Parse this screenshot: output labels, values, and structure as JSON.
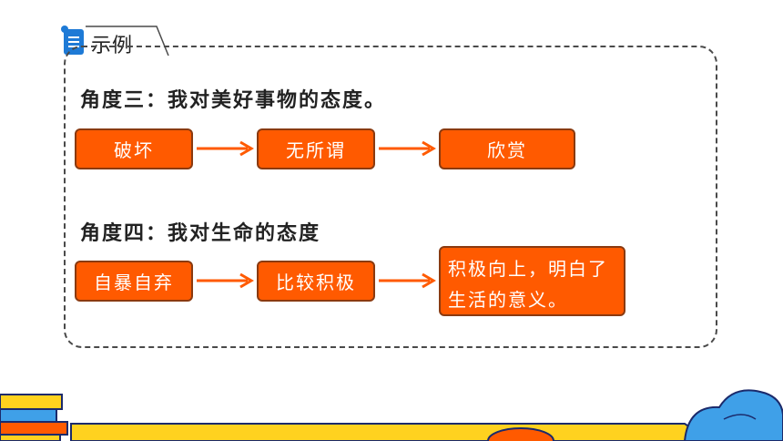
{
  "tab": {
    "label": "示例",
    "accent": "#1e7ad6"
  },
  "section3": {
    "heading": "角度三：我对美好事物的态度。",
    "steps": [
      "破坏",
      "无所谓",
      "欣赏"
    ]
  },
  "section4": {
    "heading": "角度四：我对生命的态度",
    "steps": [
      "自暴自弃",
      "比较积极",
      "积极向上，明白了生活的意义。"
    ]
  },
  "colors": {
    "box": "#ff5a00",
    "arrow": "#ff5a00",
    "border": "#4a4a4a"
  }
}
